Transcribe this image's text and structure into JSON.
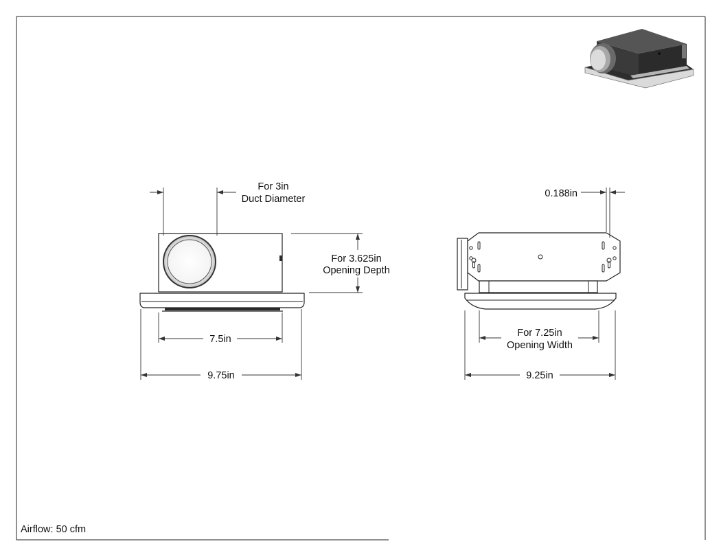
{
  "side_view": {
    "duct_dim": {
      "line1": "For 3in",
      "line2": "Duct Diameter"
    },
    "depth_dim": {
      "line1": "For 3.625in",
      "line2": "Opening Depth"
    },
    "inner_width": "7.5in",
    "outer_width": "9.75in"
  },
  "front_view": {
    "flange": "0.188in",
    "opening_dim": {
      "line1": "For 7.25in",
      "line2": "Opening Width"
    },
    "outer_width": "9.25in"
  },
  "footer": {
    "airflow": "Airflow: 50 cfm"
  },
  "icons": {
    "iso": "fan-isometric-icon"
  }
}
